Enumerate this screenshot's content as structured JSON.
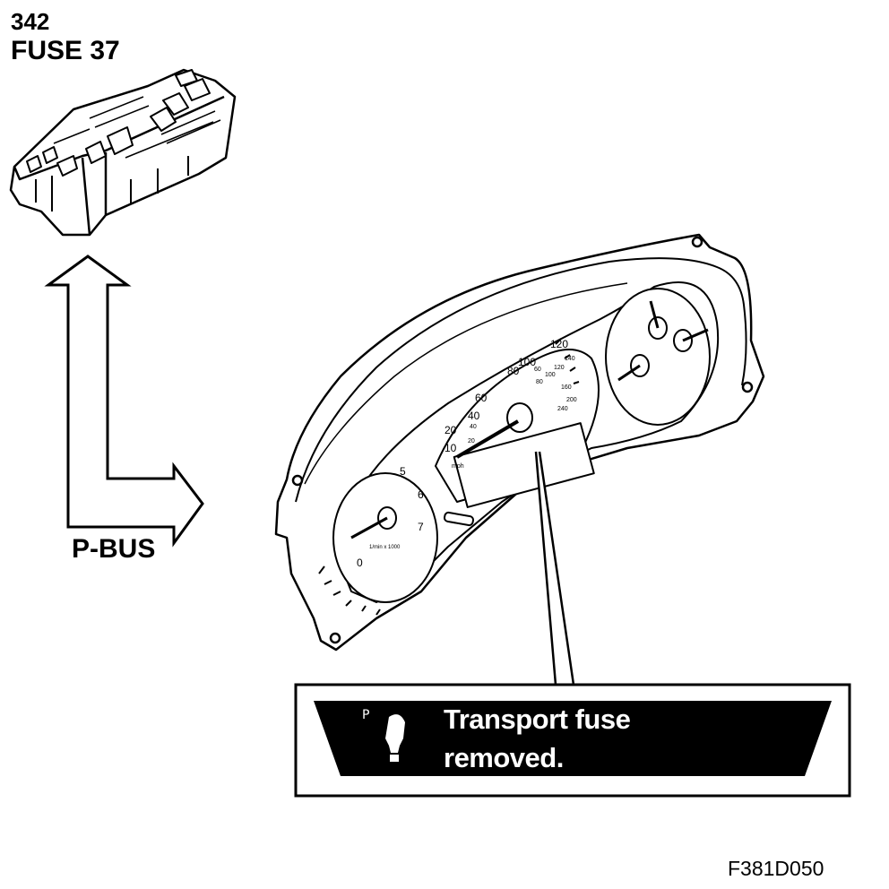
{
  "labels": {
    "fuse_number": "342",
    "fuse_name": "FUSE 37",
    "bus": "P-BUS",
    "figure_code": "F381D050"
  },
  "display": {
    "indicator": "P",
    "message_line1": "Transport fuse",
    "message_line2": "removed."
  },
  "instrument": {
    "speedometer_mph": [
      "10",
      "20",
      "40",
      "60",
      "80",
      "100",
      "120"
    ],
    "speedometer_kmh": [
      "20",
      "40",
      "60",
      "80",
      "100",
      "120",
      "140",
      "160",
      "200",
      "240"
    ],
    "tachometer": [
      "0",
      "5",
      "6",
      "7"
    ],
    "tach_unit": "1/min x 1000",
    "speed_unit": "mph"
  },
  "icons": [
    "fuse-box-icon",
    "double-arrow-icon",
    "instrument-cluster-icon",
    "warning-exclamation-icon"
  ]
}
